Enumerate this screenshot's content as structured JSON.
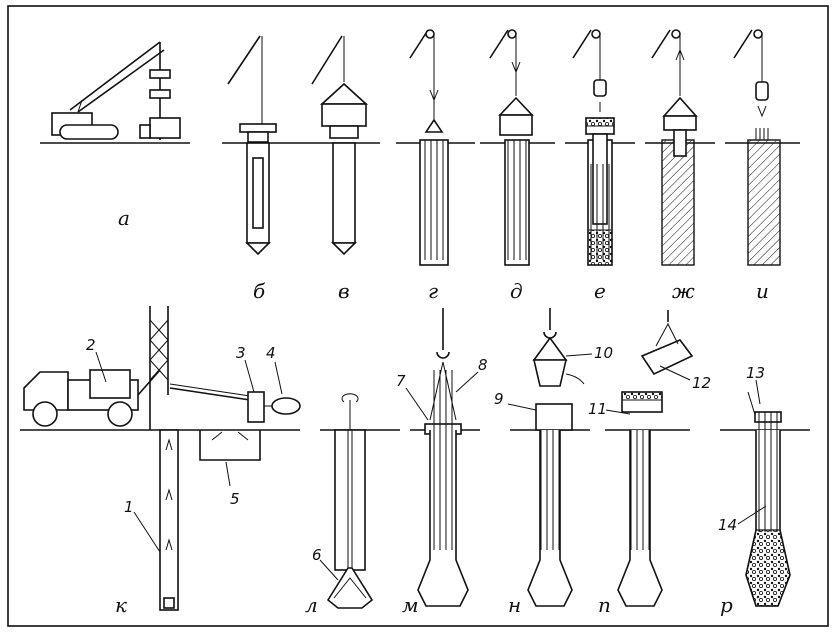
{
  "panels_top": [
    "а",
    "б",
    "в",
    "г",
    "д",
    "е",
    "ж",
    "и"
  ],
  "panels_bottom": [
    "к",
    "л",
    "м",
    "н",
    "п",
    "р"
  ],
  "callouts": [
    "1",
    "2",
    "3",
    "4",
    "5",
    "6",
    "7",
    "8",
    "9",
    "10",
    "11",
    "12",
    "13",
    "14"
  ]
}
